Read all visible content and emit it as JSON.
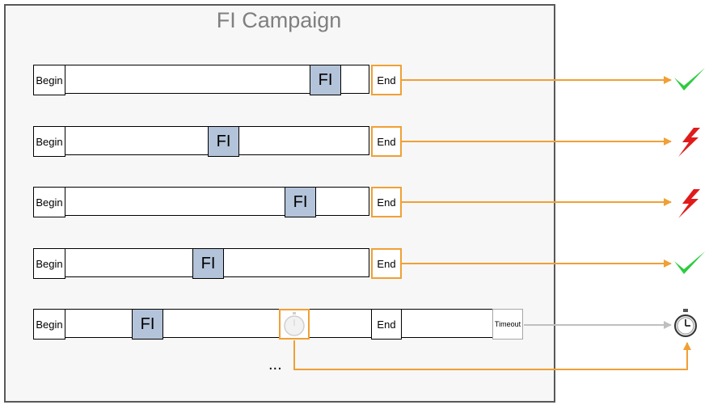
{
  "title": "FI Campaign",
  "labels": {
    "begin": "Begin",
    "fi": "FI",
    "end": "End",
    "timeout": "Timeout",
    "more": "..."
  },
  "runs": [
    {
      "outcome": "success",
      "outcome_icon": "checkmark-icon"
    },
    {
      "outcome": "failure",
      "outcome_icon": "lightning-icon"
    },
    {
      "outcome": "failure",
      "outcome_icon": "lightning-icon"
    },
    {
      "outcome": "success",
      "outcome_icon": "checkmark-icon"
    },
    {
      "outcome": "timeout",
      "outcome_icon": "stopwatch-icon"
    }
  ],
  "colors": {
    "arrow": "#f0a035",
    "timeout_arrow": "#bfbfbf",
    "fi_fill": "#b3c3d9",
    "success": "#2ecc40",
    "failure": "#e01b1b",
    "frame": "#595959"
  }
}
